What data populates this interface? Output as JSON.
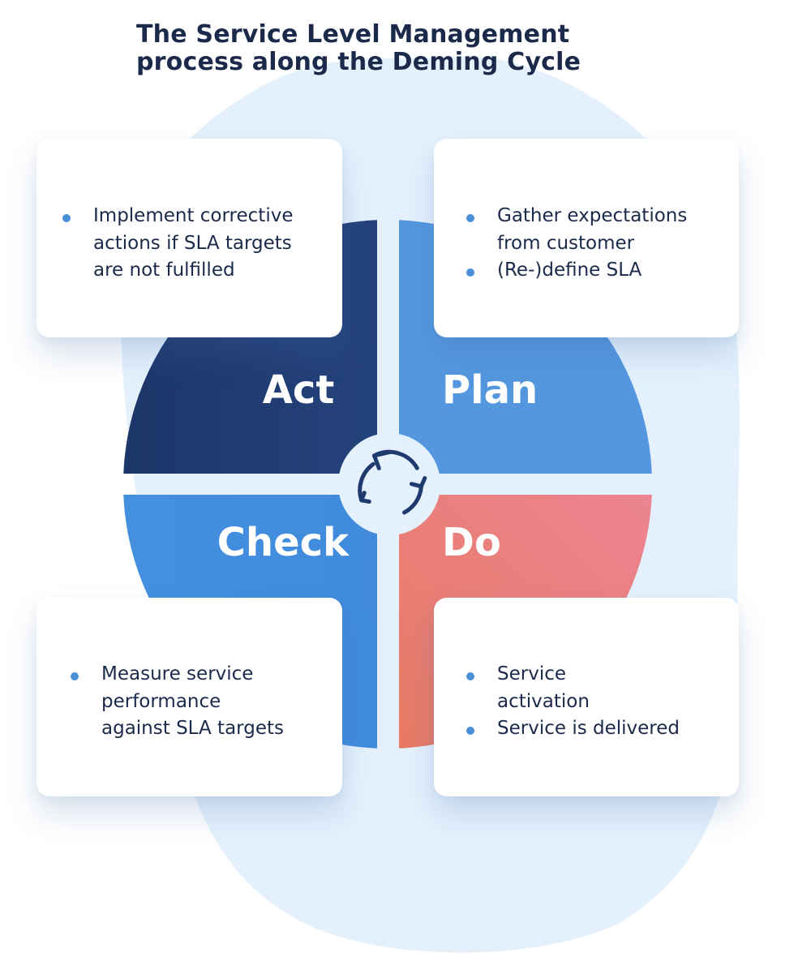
{
  "title": {
    "line1": "The Service Level Management",
    "line2": "process along the Deming Cycle"
  },
  "phases": {
    "act": {
      "label": "Act",
      "items": [
        {
          "lines": [
            "Implement corrective",
            "actions if SLA targets",
            "are not fulfilled"
          ]
        }
      ]
    },
    "plan": {
      "label": "Plan",
      "items": [
        {
          "lines": [
            "Gather expectations",
            "from customer"
          ]
        },
        {
          "lines": [
            "(Re-)define SLA"
          ]
        }
      ]
    },
    "check": {
      "label": "Check",
      "items": [
        {
          "lines": [
            "Measure service",
            "performance",
            "against SLA targets"
          ]
        }
      ]
    },
    "do": {
      "label": "Do",
      "items": [
        {
          "lines": [
            "Service",
            "activation"
          ]
        },
        {
          "lines": [
            "Service is delivered"
          ]
        }
      ]
    }
  },
  "center_icon": "cycle-arrows-icon",
  "colors": {
    "title": "#1b2a4a",
    "act": "#26467d",
    "plan": "#5497df",
    "check": "#3f88dc",
    "do_start": "#e6784f",
    "do_end": "#ee8aa6",
    "bullet": "#4a90d9",
    "blob": "#e4f1fd"
  }
}
